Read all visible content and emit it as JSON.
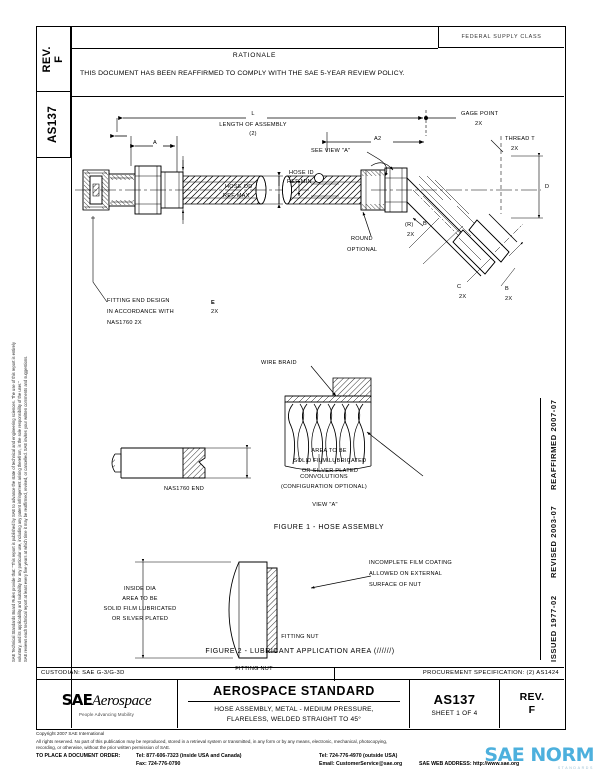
{
  "tabs": {
    "rev_label": "REV.",
    "rev_value": "F",
    "doc_number": "AS137"
  },
  "header": {
    "fsc_label": "FEDERAL SUPPLY CLASS",
    "rationale_title": "RATIONALE",
    "rationale_text": "THIS DOCUMENT HAS BEEN REAFFIRMED TO COMPLY WITH THE SAE 5-YEAR REVIEW POLICY."
  },
  "left_margin": {
    "line1": "SAE Technical Standards Board Rules provide that: “This report is published by SAE to advance the state of technical and engineering sciences. The use of this report is entirely",
    "line2": "voluntary, and its applicability and suitability for any particular use, including any patent infringement arising therefrom, is the sole responsibility of the user.”",
    "line3": "SAE reviews each technical report at least every five years at which time it may be reaffirmed, revised, or cancelled. SAE invites your written comments and suggestions."
  },
  "right_margin": {
    "issued": "ISSUED 1977-02",
    "revised": "REVISED 2003-07",
    "reaffirmed": "REAFFIRMED 2007-07"
  },
  "figure1": {
    "caption": "FIGURE 1 - HOSE ASSEMBLY",
    "dim_L": "L",
    "dim_L_sub": "LENGTH OF ASSEMBLY",
    "dim_L_note": "(2)",
    "gage_point": "GAGE POINT",
    "gage_point_qty": "2X",
    "dim_A": "A",
    "dim_A2": "A2",
    "see_view_a": "SEE VIEW \"A\"",
    "thread": "THREAD T",
    "thread_qty": "2X",
    "fitting_note_l1": "FITTING END DESIGN",
    "fitting_note_l2": "IN ACCORDANCE WITH",
    "fitting_note_l3": "NAS1760 2X",
    "dim_E": "E",
    "dim_E_qty": "2X",
    "hose_od": "HOSE OD",
    "hose_od_sub": "REF MAX",
    "hose_id": "HOSE ID",
    "hose_id_sub": "REF MIN",
    "round_optional_l1": "ROUND",
    "round_optional_l2": "OPTIONAL",
    "dim_R": "(R)",
    "dim_R_qty": "2X",
    "dim_C": "C",
    "dim_C_qty": "2X",
    "dim_B": "B",
    "dim_B_qty": "2X",
    "dim_D": "D"
  },
  "view_a": {
    "wire_braid": "WIRE BRAID",
    "convolutions_l1": "CONVOLUTIONS",
    "convolutions_l2": "(CONFIGURATION OPTIONAL)",
    "view_label": "VIEW \"A\""
  },
  "figure2": {
    "caption": "FIGURE 2 - LUBRICANT APPLICATION AREA (//////)",
    "area_note_l1": "AREA TO BE",
    "area_note_l2": "SOLID FILM LUBRICATED",
    "area_note_l3": "OR SILVER PLATED",
    "nas_end": "NAS1760 END",
    "inside_note_l1": "INSIDE DIA",
    "inside_note_l2": "AREA TO BE",
    "inside_note_l3": "SOLID FILM LUBRICATED",
    "inside_note_l4": "OR SILVER PLATED",
    "film_note_l1": "INCOMPLETE FILM COATING",
    "film_note_l2": "ALLOWED ON EXTERNAL",
    "film_note_l3": "SURFACE OF NUT",
    "fitting_nut": "FITTING NUT"
  },
  "title_block": {
    "custodian": "CUSTODIAN:  SAE G-3/G-3D",
    "procurement": "PROCUREMENT SPECIFICATION: (2) AS1424",
    "logo_mark": "SAE",
    "logo_word": "Aerospace",
    "logo_tagline": "People Advancing Mobility",
    "standard_title": "AEROSPACE STANDARD",
    "subtitle_l1": "HOSE ASSEMBLY, METAL - MEDIUM PRESSURE,",
    "subtitle_l2": "FLARELESS, WELDED  STRAIGHT TO 45°",
    "doc_number": "AS137",
    "sheet": "SHEET 1 OF 4",
    "rev_label": "REV.",
    "rev_value": "F"
  },
  "footer": {
    "copyright": "Copyright 2007 SAE International",
    "rights_l1": "All rights reserved. No part of this publication may be reproduced, stored in a retrieval system or transmitted, in any form or by any means, electronic, mechanical, photocopying,",
    "rights_l2": "recording, or otherwise, without the prior written permission of SAE.",
    "order_label": "TO PLACE A DOCUMENT ORDER:",
    "tel_inside": "Tel: 877-606-7323 (inside USA and Canada)",
    "fax": "Fax: 724-776-0790",
    "tel_outside": "Tel: 724-776-4970 (outside USA)",
    "email": "Email: CustomerService@sae.org",
    "web": "SAE WEB ADDRESS: http://www.sae.org"
  },
  "watermark": {
    "text": "SAE NORM",
    "sub": "STANDARDS"
  }
}
